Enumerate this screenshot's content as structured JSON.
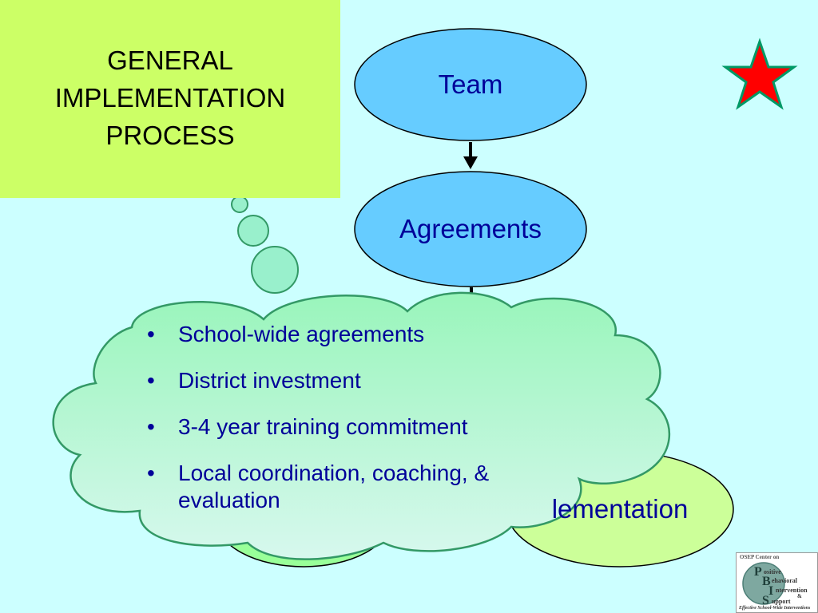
{
  "title": "GENERAL\nIMPLEMENTATION\nPROCESS",
  "nodes": [
    {
      "id": "team",
      "label": "Team"
    },
    {
      "id": "agreements",
      "label": "Agreements"
    },
    {
      "id": "implementation",
      "label": "Implementation",
      "visible_label": "lementation"
    }
  ],
  "thought_bubble": {
    "bullets": [
      "School-wide agreements",
      "District investment",
      "3-4 year training commitment",
      "Local coordination, coaching, & evaluation"
    ]
  },
  "logo": {
    "header": "OSEP Center on",
    "letters": [
      "P",
      "B",
      "I",
      "S"
    ],
    "words": [
      "ositive",
      "ehavioral",
      "ntervention",
      "upport"
    ],
    "amp": "&",
    "footer": "Effective School-Wide Interventions"
  },
  "colors": {
    "background": "#ccffff",
    "title_box": "#ccff66",
    "node_fill": "#66ccff",
    "implementation_fill": "#ccff99",
    "cloud_fill": "#aaf5cc",
    "cloud_stroke": "#339966",
    "text": "#000099",
    "star": "#ff0000"
  },
  "icons": [
    "star-icon",
    "arrow-down-icon",
    "thought-circle"
  ]
}
